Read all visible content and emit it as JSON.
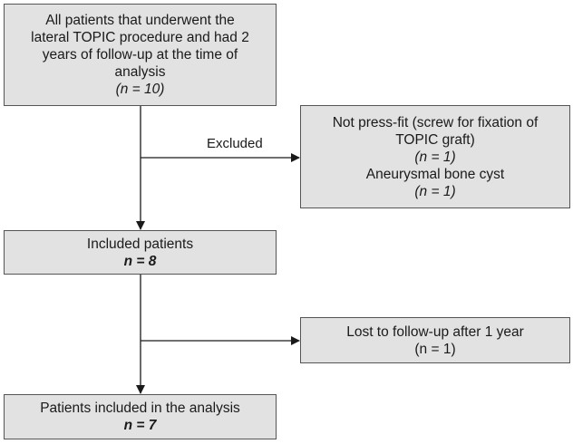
{
  "boxes": {
    "all_patients": {
      "text_lines": [
        "All patients that underwent the",
        "lateral TOPIC procedure and had 2",
        "years of follow-up at the time of",
        "analysis"
      ],
      "n": "(n = 10)"
    },
    "excluded_reasons": {
      "reason_1_lines": [
        "Not press-fit (screw for fixation of",
        "TOPIC graft)"
      ],
      "reason_1_n": "(n = 1)",
      "reason_2": "Aneurysmal bone cyst",
      "reason_2_n": "(n = 1)"
    },
    "included": {
      "text": "Included patients",
      "n": "n = 8"
    },
    "lost": {
      "text": "Lost to follow-up after 1 year",
      "n": "(n = 1)"
    },
    "analysis": {
      "text": "Patients included in the analysis",
      "n": "n = 7"
    }
  },
  "labels": {
    "excluded": "Excluded"
  },
  "colors": {
    "box_fill": "#e2e2e2",
    "box_border": "#555555",
    "arrow": "#1a1a1a"
  }
}
